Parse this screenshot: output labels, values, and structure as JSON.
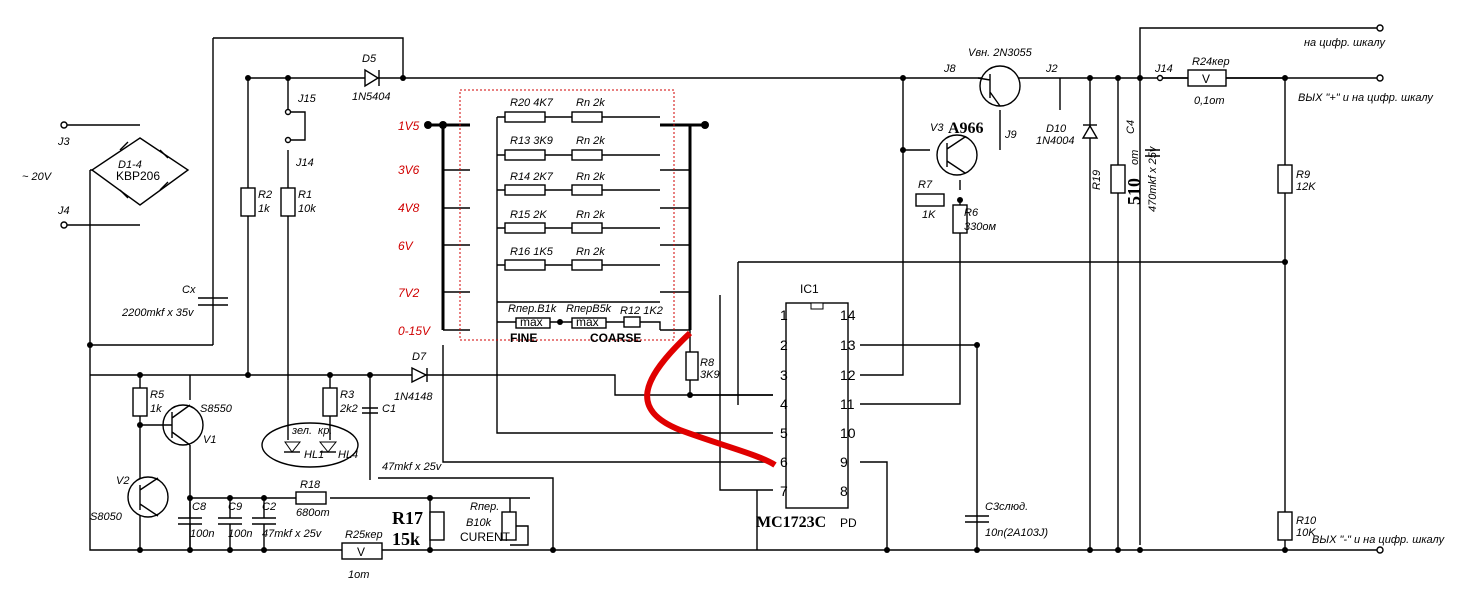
{
  "ic": {
    "name": "IC1",
    "part_bold": "MC1723C",
    "part_suffix": "PD",
    "pins_left": [
      "1",
      "2",
      "3",
      "4",
      "5",
      "6",
      "7"
    ],
    "pins_right": [
      "14",
      "13",
      "12",
      "11",
      "10",
      "9",
      "8"
    ]
  },
  "input": {
    "j3": "J3",
    "j4": "J4",
    "ac": "~ 20V",
    "bridge_name": "D1-4",
    "bridge_part": "KBP206"
  },
  "caps": {
    "cx_name": "Cx",
    "cx_val": "2200mkf x 35v",
    "c1_name": "C1",
    "c1_val": "47mkf x 25v",
    "c8_name": "C8",
    "c8_val": "100n",
    "c9_name": "C9",
    "c9_val": "100n",
    "c2_name": "C2",
    "c2_val": "47mkf x 25v",
    "c3_name": "C3слюд.",
    "c3_val": "10n(2A103J)",
    "c4_name": "C4",
    "c4_val": "470mkf x 25v"
  },
  "diodes": {
    "d5": "D5",
    "d5_part": "1N5404",
    "d7": "D7",
    "d7_part": "1N4148",
    "d10": "D10",
    "d10_part": "1N4004"
  },
  "jumpers": {
    "j15": "J15",
    "j14a": "J14",
    "j8": "J8",
    "j2": "J2",
    "j14b": "J14",
    "j9": "J9"
  },
  "resistors": {
    "r2": "R2",
    "r2v": "1k",
    "r1": "R1",
    "r1v": "10k",
    "r5": "R5",
    "r5v": "1k",
    "r3": "R3",
    "r3v": "2k2",
    "r18": "R18",
    "r18v": "680om",
    "r17a": "R17",
    "r17b": "15k",
    "r25": "R25кер",
    "r25v": "1om",
    "rper": "Rпер.",
    "rperv": "B10k",
    "curent": "CURENT",
    "r8": "R8",
    "r8v": "3K9",
    "r7": "R7",
    "r7v": "1K",
    "r6": "R6",
    "r6v": "330ом",
    "r19": "R19",
    "r19v": "510",
    "r19u": "om",
    "r9": "R9",
    "r9v": "12K",
    "r10": "R10",
    "r10v": "10K",
    "r24": "R24кер",
    "r24v": "0,1om"
  },
  "transistors": {
    "s8550": "S8550",
    "v1": "V1",
    "v2": "V2",
    "s8050": "S8050",
    "ven": "Vвн. 2N3055",
    "v3": "V3",
    "v3part": "A966"
  },
  "leds": {
    "hl1": "HL1",
    "hl4": "HL4",
    "hl1t": "зел.",
    "hl4t": "кр."
  },
  "meter": {
    "v": "V"
  },
  "switch": {
    "levels": [
      "1V5",
      "3V6",
      "4V8",
      "6V",
      "7V2",
      "0-15V"
    ],
    "rows": [
      {
        "r": "R20 4K7",
        "rn": "Rn  2k"
      },
      {
        "r": "R13 3K9",
        "rn": "Rn  2k"
      },
      {
        "r": "R14 2K7",
        "rn": "Rn  2k"
      },
      {
        "r": "R15 2K",
        "rn": "Rn  2k"
      },
      {
        "r": "R16 1K5",
        "rn": "Rn  2k"
      }
    ],
    "rfine": "Rпер.B1k",
    "rcoarse": "RперB5k",
    "r12": "R12  1K2",
    "fine": "FINE",
    "coarse": "COARSE",
    "max": "max"
  },
  "outputs": {
    "top": "на цифр. шкалу",
    "plus": "ВЫХ \"+\" и на цифр. шкалу",
    "minus": "ВЫХ \"-\" и на цифр. шкалу"
  },
  "colors": {
    "wire": "#000000",
    "level_labels": "#d00000",
    "highlight": "#e00000",
    "switch_frame": "#d00000"
  }
}
